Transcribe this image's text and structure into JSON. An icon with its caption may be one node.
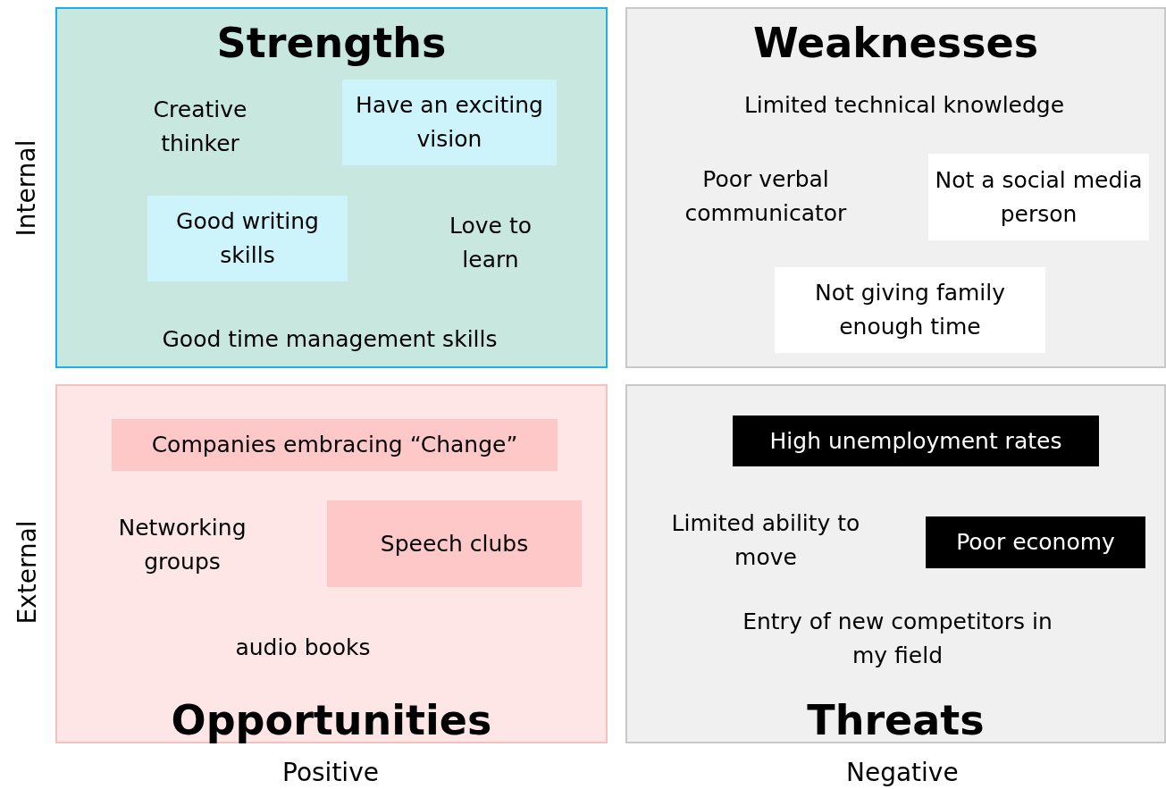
{
  "diagram": {
    "nodes": [
      {
        "text": [
          "Strengths"
        ]
      },
      {
        "text": [
          "Creative thinker"
        ],
        "in": 0
      },
      {
        "text": [
          "Have an exciting vision"
        ],
        "in": 0
      },
      {
        "text": [
          "Good writing skills"
        ],
        "in": 0
      },
      {
        "text": [
          "Love to learn"
        ],
        "in": 0
      },
      {
        "text": [
          "Good time management skills"
        ],
        "in": 0
      },
      {
        "text": [
          "Weaknesses"
        ]
      },
      {
        "text": [
          "Limited technical knowledge"
        ],
        "in": 6
      },
      {
        "text": [
          "Poor verbal communicator"
        ],
        "in": 6
      },
      {
        "text": [
          "Not a social media person"
        ],
        "in": 6
      },
      {
        "text": [
          "Not giving family enough time"
        ],
        "in": 6
      },
      {
        "text": [
          "Opportunities"
        ]
      },
      {
        "text": [
          "Companies embracing “Change”"
        ],
        "in": 11
      },
      {
        "text": [
          "Networking groups"
        ],
        "in": 11
      },
      {
        "text": [
          "Speech clubs"
        ],
        "in": 11
      },
      {
        "text": [
          "audio books"
        ],
        "in": 11
      },
      {
        "text": [
          "Threats"
        ]
      },
      {
        "text": [
          "High unemployment rates"
        ],
        "in": 16
      },
      {
        "text": [
          "Limited ability to move"
        ],
        "in": 16
      },
      {
        "text": [
          "Poor economy"
        ],
        "in": 16
      },
      {
        "text": [
          "Entry of new competitors in my field"
        ],
        "in": 16
      }
    ],
    "labels": [
      "Internal",
      "External",
      "Positive",
      "Negative"
    ]
  }
}
